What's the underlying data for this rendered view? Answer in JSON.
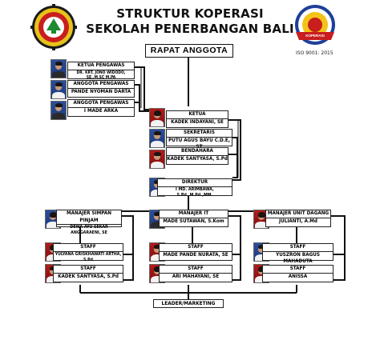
{
  "header": {
    "title_line1": "STRUKTUR KOPERASI",
    "title_line2": "SEKOLAH PENERBANGAN BALI",
    "right_logo_text": "KOPERASI",
    "iso": "ISO 9001: 2015"
  },
  "rapat": "RAPAT ANGGOTA",
  "pengawas": [
    {
      "role": "KETUA PENGAWAS",
      "name": "DR. KRT. JONO WIDODO, SE.,M.SC M.PA"
    },
    {
      "role": "ANGGOTA PENGAWAS",
      "name": "PANDE NYOMAN DARTA"
    },
    {
      "role": "ANGGOTA PENGAWAS",
      "name": "I MADE ARKA"
    }
  ],
  "pengurus": [
    {
      "role": "KETUA",
      "name": "KADEK INDAYANI, SE"
    },
    {
      "role": "SEKRETARIS",
      "name": "PUTU AGUS BAYU C.D.E, ST"
    },
    {
      "role": "BENDAHARA",
      "name": "KADEK SANTYASA, S.Pd"
    }
  ],
  "direktur": {
    "role": "DIREKTUR",
    "name": "I MD. ARIMBAWA, S.Pd.,M.Pd.,MM."
  },
  "managers": [
    {
      "role": "MANAJER SIMPAN PINJAM",
      "name": "DEWA AYU SEKAR ANGGARAENI, SE"
    },
    {
      "role": "MANAJER IT",
      "name": "MADE SUTAWAN, S.Kom"
    },
    {
      "role": "MANAJER UNIT DAGANG",
      "name": "JULIANTI, A.Md"
    }
  ],
  "staff": [
    {
      "role": "STAFF",
      "name": "YULYANA GRISKHAWATI ARTHA, S.Pd"
    },
    {
      "role": "STAFF",
      "name": "KADEK SANTYASA, S.Pd"
    },
    {
      "role": "STAFF",
      "name": "MADE PANDE NURATA, SE"
    },
    {
      "role": "STAFF",
      "name": "ARI MAHAYANI, SE"
    },
    {
      "role": "STAFF",
      "name": "YUSZRON BAGUS MAHADUTA"
    },
    {
      "role": "STAFF",
      "name": "ANISSA"
    }
  ],
  "leader": "LEADER/MARKETING"
}
